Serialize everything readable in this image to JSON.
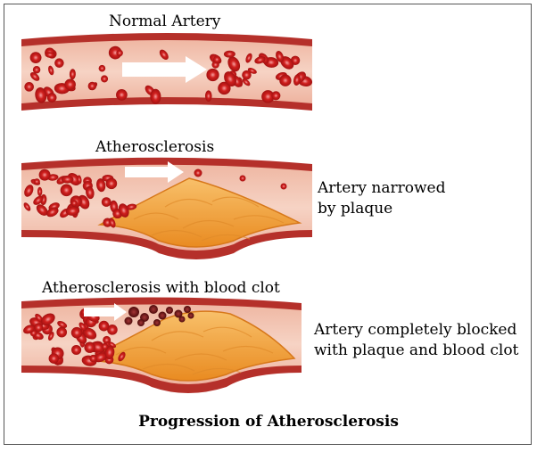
{
  "panels": [
    {
      "label": "Normal Artery"
    },
    {
      "label": "Atherosclerosis",
      "note_lines": [
        "Artery narrowed",
        "by plaque"
      ]
    },
    {
      "label": "Atherosclerosis with blood clot",
      "note_lines": [
        "Artery completely blocked",
        "with plaque and blood clot"
      ]
    }
  ],
  "caption": "Progression of Atherosclerosis",
  "colors": {
    "vessel_wall": "#b5302a",
    "vessel_lumen": "#f3c7b6",
    "red_cell": "#d0201e",
    "plaque": "#f2a23a",
    "clot": "#6e1414",
    "arrow": "#ffffff"
  }
}
